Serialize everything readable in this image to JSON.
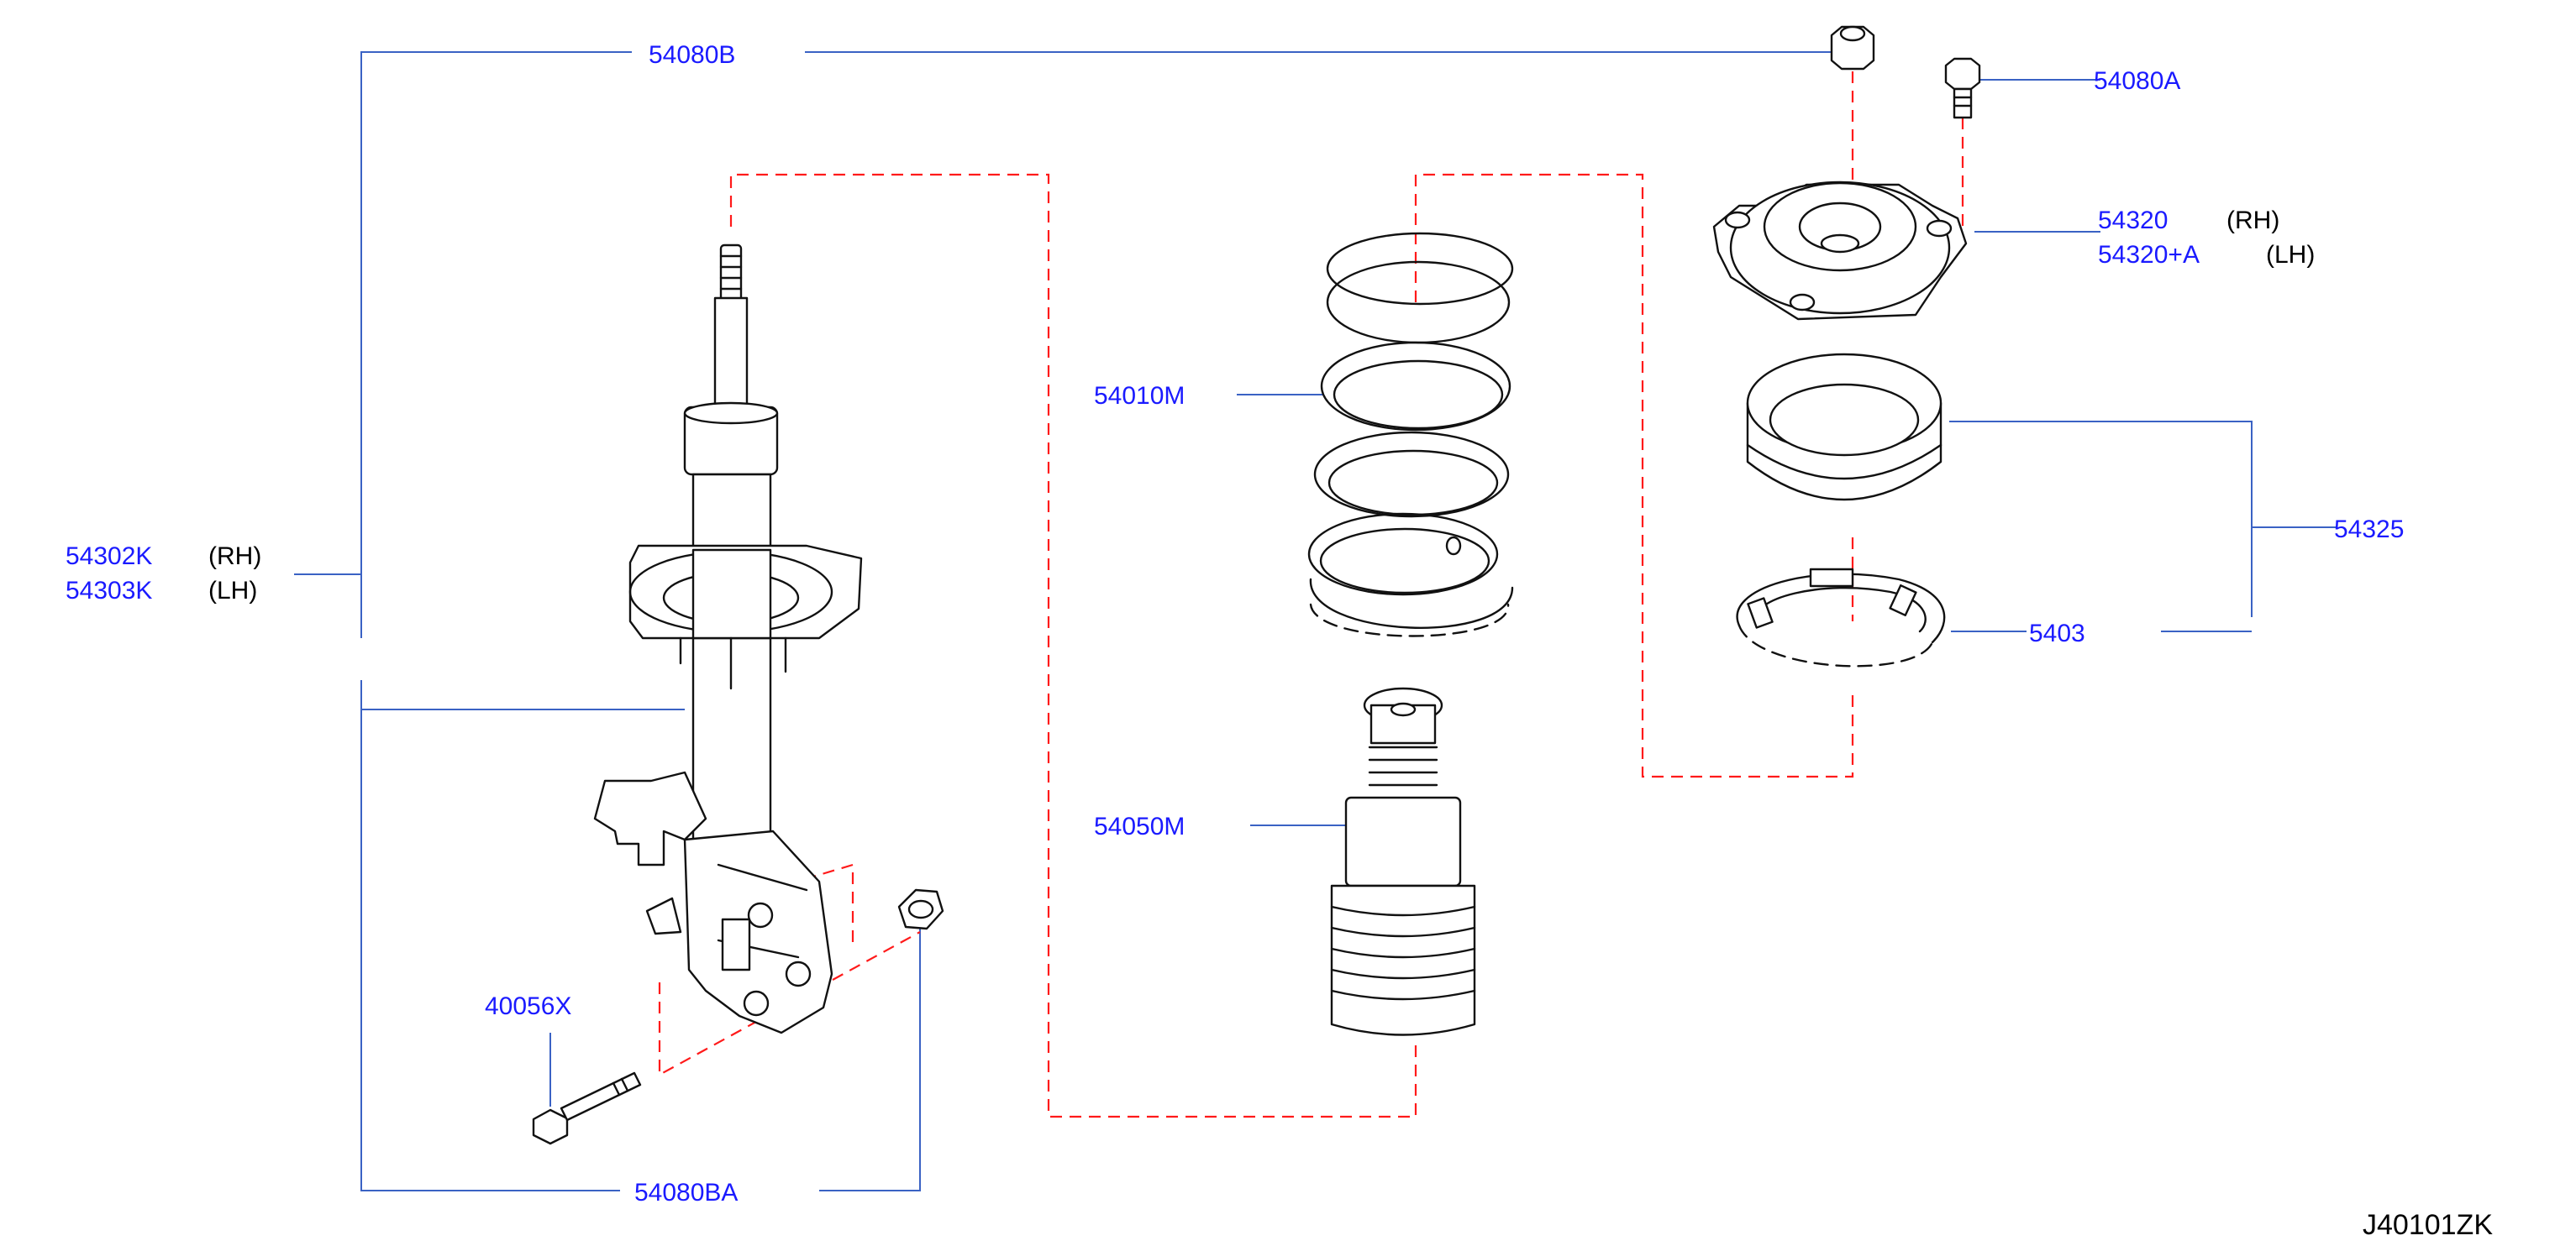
{
  "labels": {
    "p54080B": "54080B",
    "p54080A": "54080A",
    "p54320": "54320",
    "p54320A": "54320+A",
    "p54302K": "54302K",
    "p54303K": "54303K",
    "p54010M": "54010M",
    "p54325": "54325",
    "p5403": "5403",
    "p54050M": "54050M",
    "p40056X": "40056X",
    "p54080BA": "54080BA"
  },
  "sides": {
    "rh": "(RH)",
    "lh": "(LH)"
  },
  "diagram_code": "J40101ZK",
  "colors": {
    "label": "#1a1aff",
    "leader": "#3a62c4",
    "assembly_dash": "#ff1a1a",
    "ink": "#111111"
  }
}
